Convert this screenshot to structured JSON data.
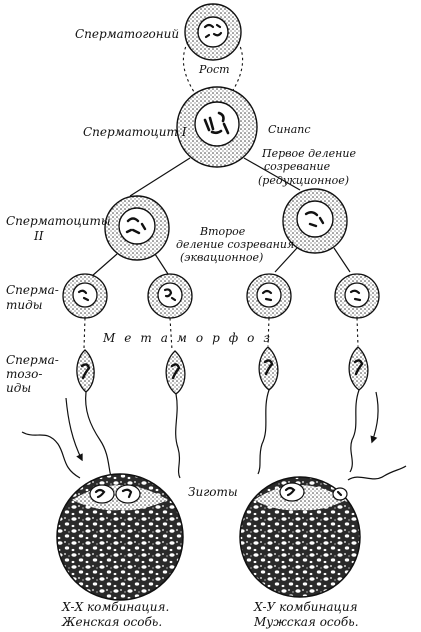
{
  "labels": {
    "spermatogonium": "Сперматогоний",
    "growth": "Рост",
    "spermatocyte1": "Сперматоцит I",
    "synapsis": "Синапс",
    "first_division_1": "Первое деление",
    "first_division_2": "созревание",
    "first_division_3": "(редукционное)",
    "spermatocytes2_1": "Сперматоциты",
    "spermatocytes2_2": "II",
    "second_division_1": "Второе",
    "second_division_2": "деление созревания",
    "second_division_3": "(эквационное)",
    "spermatids_1": "Сперма-",
    "spermatids_2": "тиды",
    "metamorphosis": "Метаморфоз",
    "spermatozoa_1": "Сперма-",
    "spermatozoa_2": "тозо-",
    "spermatozoa_3": "иды",
    "zygotes": "Зиготы",
    "xx_1": "Х-Х комбинация.",
    "xx_2": "Женская особь.",
    "xy_1": "Х-У комбинация",
    "xy_2": "Мужская особь."
  },
  "colors": {
    "ink": "#111111",
    "stipple": "#555555",
    "paper": "#ffffff"
  }
}
